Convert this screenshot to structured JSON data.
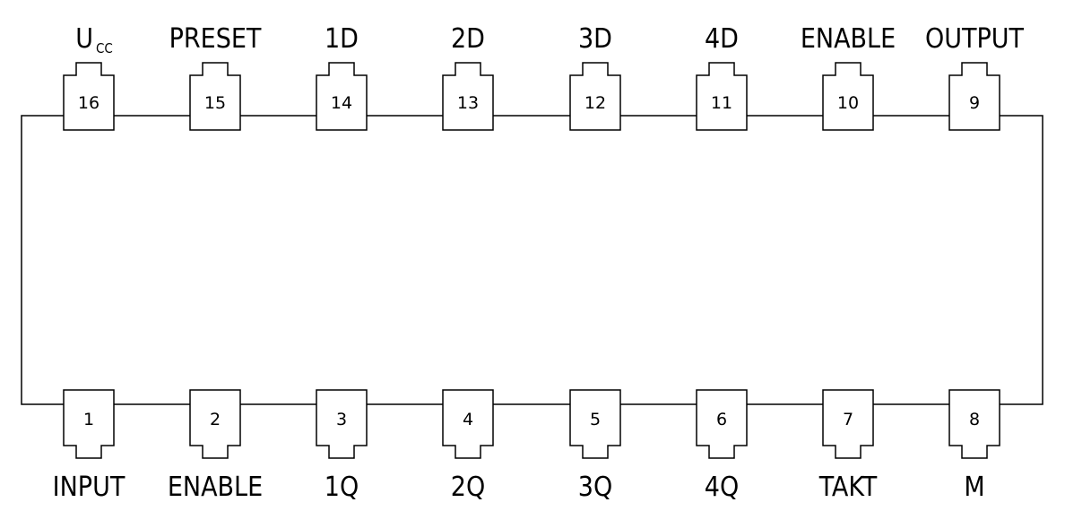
{
  "chip": {
    "top_pins": [
      {
        "number": "16",
        "label": "U",
        "label_sub": "CC"
      },
      {
        "number": "15",
        "label": "PRESET"
      },
      {
        "number": "14",
        "label": "1D"
      },
      {
        "number": "13",
        "label": "2D"
      },
      {
        "number": "12",
        "label": "3D"
      },
      {
        "number": "11",
        "label": "4D"
      },
      {
        "number": "10",
        "label": "ENABLE"
      },
      {
        "number": "9",
        "label": "OUTPUT"
      }
    ],
    "bottom_pins": [
      {
        "number": "1",
        "label": "INPUT"
      },
      {
        "number": "2",
        "label": "ENABLE"
      },
      {
        "number": "3",
        "label": "1Q"
      },
      {
        "number": "4",
        "label": "2Q"
      },
      {
        "number": "5",
        "label": "3Q"
      },
      {
        "number": "6",
        "label": "4Q"
      },
      {
        "number": "7",
        "label": "TAKT"
      },
      {
        "number": "8",
        "label": "M"
      }
    ]
  }
}
